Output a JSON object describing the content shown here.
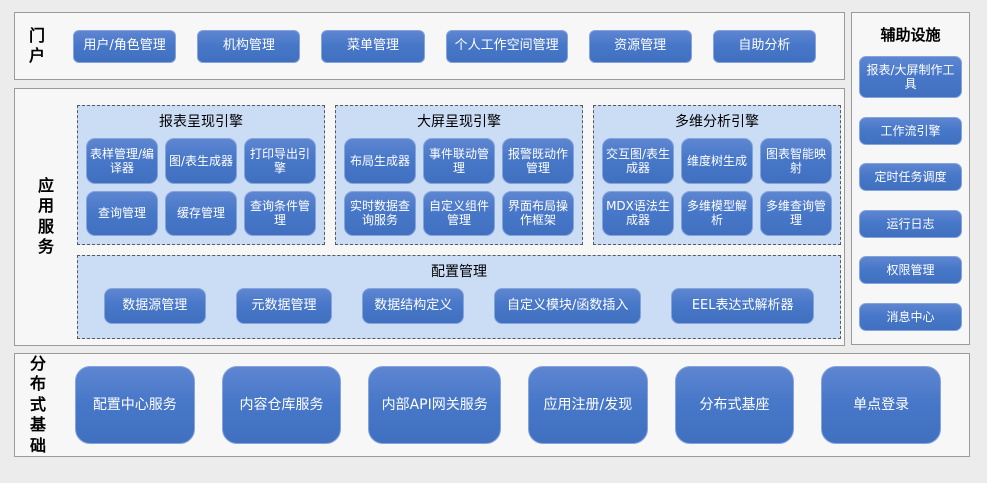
{
  "colors": {
    "button_blue": "#4777c8",
    "button_border": "#84a4dc",
    "panel_light_blue": "#cbdcf5",
    "section_bg": "#f7f7f7",
    "page_bg": "#ececec",
    "section_border": "#9a9a9a",
    "dashed_border": "#595959"
  },
  "portal": {
    "label": "门户",
    "buttons": [
      "用户/角色管理",
      "机构管理",
      "菜单管理",
      "个人工作空间管理",
      "资源管理",
      "自助分析"
    ]
  },
  "app_services": {
    "label": "应用服务",
    "engines": [
      {
        "title": "报表呈现引擎",
        "buttons": [
          "表样管理/编译器",
          "图/表生成器",
          "打印导出引擎",
          "查询管理",
          "缓存管理",
          "查询条件管理"
        ]
      },
      {
        "title": "大屏呈现引擎",
        "buttons": [
          "布局生成器",
          "事件联动管理",
          "报警既动作管理",
          "实时数据查询服务",
          "自定义组件管理",
          "界面布局操作框架"
        ]
      },
      {
        "title": "多维分析引擎",
        "buttons": [
          "交互图/表生成器",
          "维度树生成",
          "图表智能映射",
          "MDX语法生成器",
          "多维模型解析",
          "多维查询管理"
        ]
      }
    ],
    "config": {
      "title": "配置管理",
      "buttons": [
        "数据源管理",
        "元数据管理",
        "数据结构定义",
        "自定义模块/函数插入",
        "EEL表达式解析器"
      ]
    }
  },
  "distributed": {
    "label": "分布式基础",
    "buttons": [
      "配置中心服务",
      "内容仓库服务",
      "内部API网关服务",
      "应用注册/发现",
      "分布式基座",
      "单点登录"
    ]
  },
  "auxiliary": {
    "title": "辅助设施",
    "buttons": [
      "报表/大屏制作工具",
      "工作流引擎",
      "定时任务调度",
      "运行日志",
      "权限管理",
      "消息中心"
    ]
  }
}
